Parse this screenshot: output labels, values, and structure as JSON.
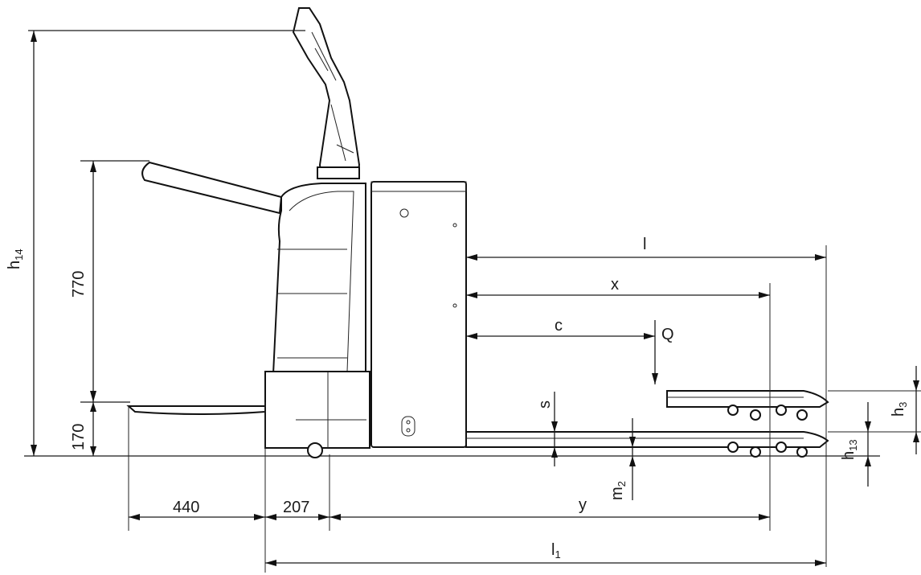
{
  "labels": {
    "h14": "h",
    "h14_sub": "14",
    "dim_770": "770",
    "dim_170": "170",
    "dim_440": "440",
    "dim_207": "207",
    "l": "l",
    "x": "x",
    "c": "c",
    "Q": "Q",
    "s": "s",
    "m2": "m",
    "m2_sub": "2",
    "y": "y",
    "l1": "l",
    "l1_sub": "1",
    "h13": "h",
    "h13_sub": "13",
    "h3": "h",
    "h3_sub": "3"
  }
}
